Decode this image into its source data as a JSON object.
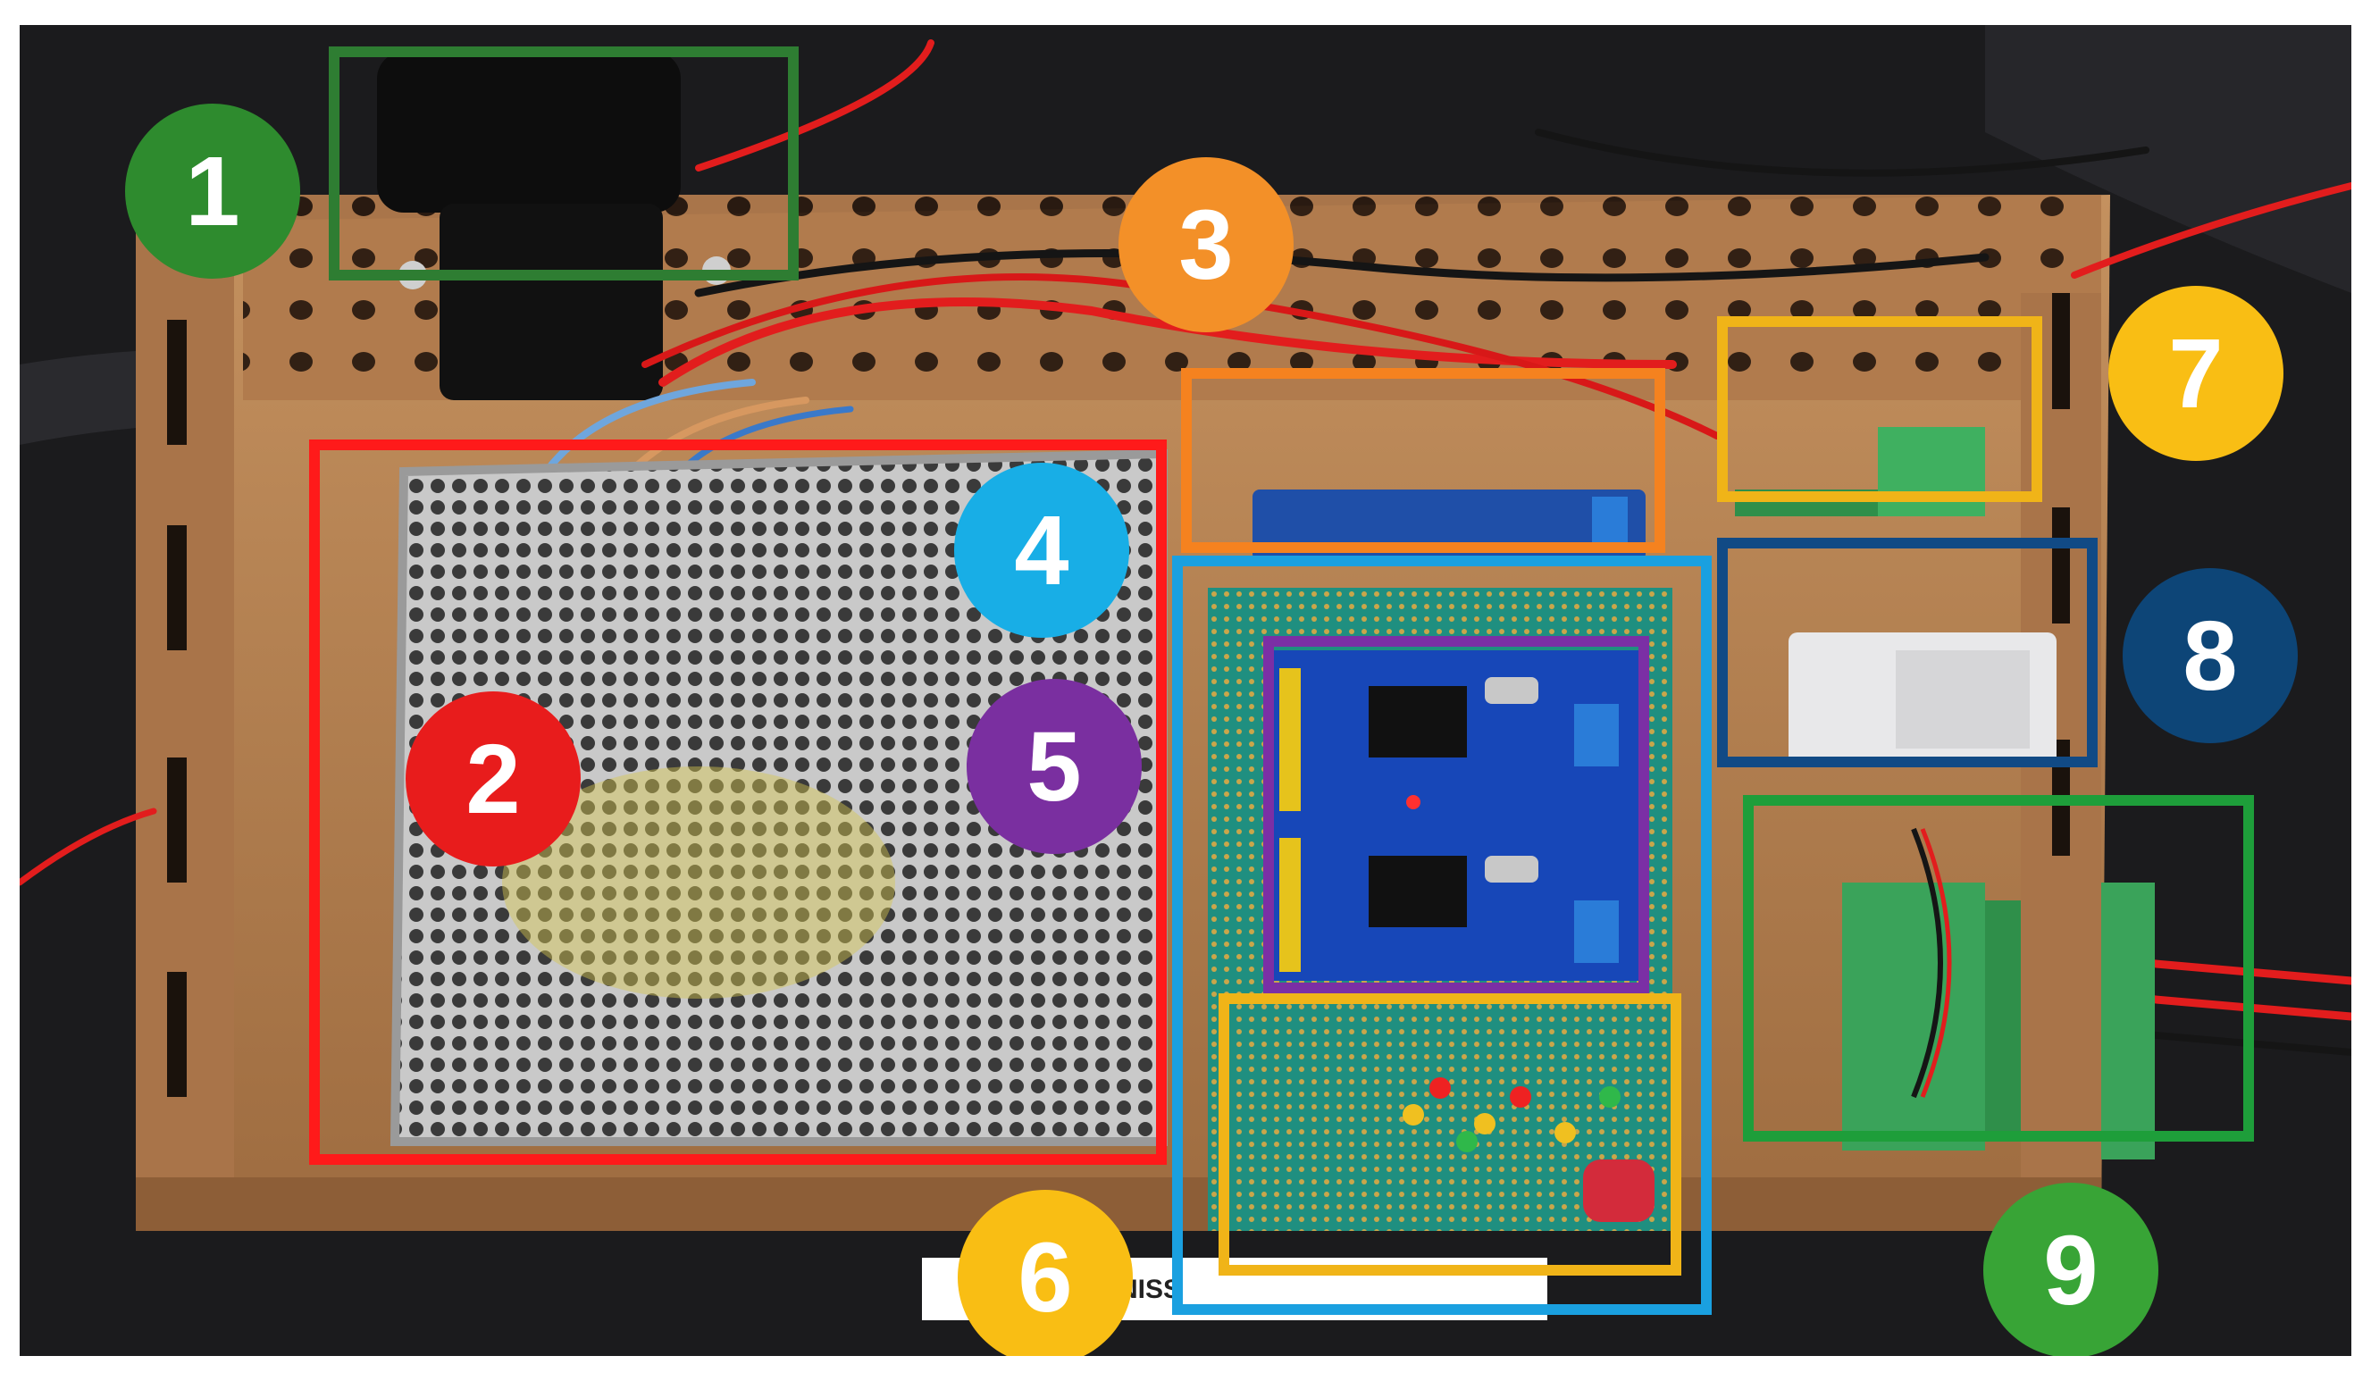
{
  "figure": {
    "callouts": [
      {
        "label": "1",
        "color": "#2e8b2e",
        "outline_color": "#2e7d32"
      },
      {
        "label": "2",
        "color": "#e81c1c",
        "outline_color": "#ff1a1a"
      },
      {
        "label": "3",
        "color": "#f39028",
        "outline_color": "#f5821f"
      },
      {
        "label": "4",
        "color": "#18aee6",
        "outline_color": "#1aa0e0"
      },
      {
        "label": "5",
        "color": "#7a2fa0",
        "outline_color": "#7b2fa5"
      },
      {
        "label": "6",
        "color": "#f9be14",
        "outline_color": "#f0b418"
      },
      {
        "label": "7",
        "color": "#f9be14",
        "outline_color": "#f0b418"
      },
      {
        "label": "8",
        "color": "#0d4577",
        "outline_color": "#114a85"
      },
      {
        "label": "9",
        "color": "#38a436",
        "outline_color": "#1e9e3a"
      }
    ],
    "sticker_text": "NISS"
  }
}
